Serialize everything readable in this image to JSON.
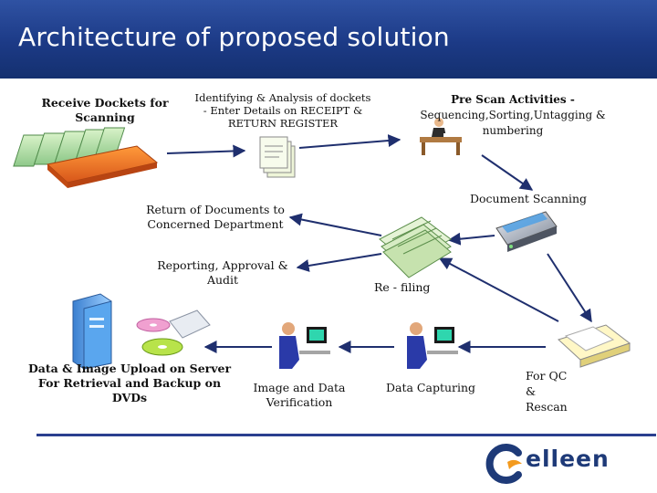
{
  "title": "Architecture of proposed solution",
  "steps": {
    "receive": [
      "Receive  Dockets for",
      "Scanning"
    ],
    "identify": [
      "Identifying & Analysis of dockets",
      "- Enter Details on RECEIPT &",
      "RETURN REGISTER"
    ],
    "prescan": [
      "Pre Scan Activities -",
      "Sequencing,Sorting,Untagging  &",
      "numbering"
    ],
    "scanning": [
      "Document Scanning"
    ],
    "return_docs": [
      "Return of Documents to",
      "Concerned Department"
    ],
    "reporting": [
      "Reporting, Approval &",
      "Audit"
    ],
    "refiling": [
      "Re - filing"
    ],
    "upload": [
      "Data & Image Upload on Server",
      "For Retrieval and Backup on",
      "DVDs"
    ],
    "verification": [
      "Image and Data",
      "Verification"
    ],
    "capturing": [
      "Data Capturing"
    ],
    "qc": [
      "For QC",
      "&",
      "Rescan"
    ]
  },
  "logo": {
    "text": "elleen",
    "colors": {
      "navy": "#1e3a78",
      "orange": "#f39a1e"
    }
  },
  "colors": {
    "header": "#1c3a86",
    "rule": "#2a3f8f",
    "arrow": "#1f2f6e"
  }
}
